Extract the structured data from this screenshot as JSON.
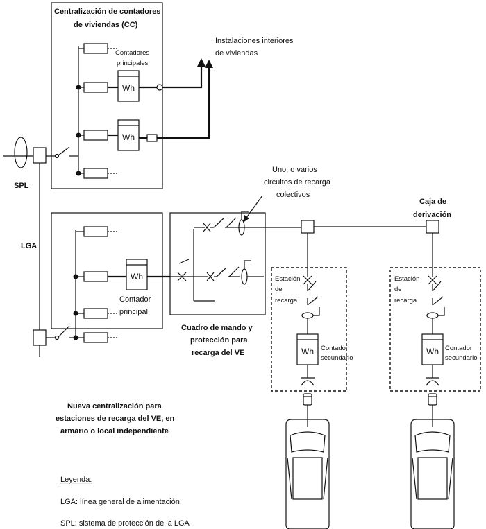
{
  "labels": {
    "cc_title_1": "Centralización de contadores",
    "cc_title_2": "de viviendas (CC)",
    "contadores_1": "Contadores",
    "contadores_2": "principales",
    "instalaciones_1": "Instalaciones interiores",
    "instalaciones_2": "de viviendas",
    "spl": "SPL",
    "lga": "LGA",
    "uno_1": "Uno, o varios",
    "uno_2": "circuitos de recarga",
    "uno_3": "colectivos",
    "caja_1": "Caja de",
    "caja_2": "derivación",
    "estacion_1": "Estación",
    "estacion_2": "de",
    "estacion_3": "recarga",
    "contador_principal_1": "Contador",
    "contador_principal_2": "principal",
    "cuadro_1": "Cuadro de mando y",
    "cuadro_2": "protección para",
    "cuadro_3": "recarga del VE",
    "contador_sec_1": "Contador",
    "contador_sec_2": "secundario",
    "wh": "Wh",
    "nueva_1": "Nueva centralización para",
    "nueva_2": "estaciones de recarga del VE, en",
    "nueva_3": "armario o local independiente"
  },
  "legend": {
    "title": "Leyenda:",
    "items": [
      "LGA: línea general de alimentación.",
      "SPL: sistema de protección de la LGA"
    ]
  }
}
